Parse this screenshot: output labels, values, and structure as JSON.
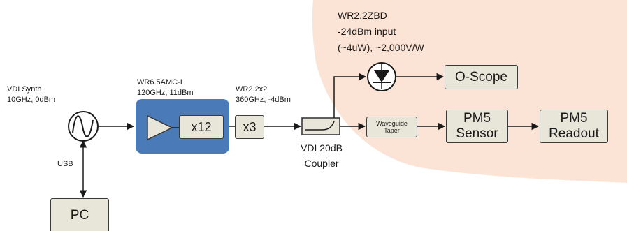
{
  "colors": {
    "amp_module": "#4a7ab8",
    "component_fill": "#e8e6d8",
    "background_blob": "#fbe4d6",
    "line": "#1a1a1a"
  },
  "labels": {
    "detector_model": "WR2.2ZBD",
    "detector_input": "-24dBm input",
    "detector_resp": "(~4uW), ~2,000V/W",
    "synth_name": "VDI Synth",
    "synth_params": "10GHz, 0dBm",
    "amc_model": "WR6.5AMC-I",
    "amc_params": "120GHz, 11dBm",
    "tripler_model": "WR2.2x2",
    "tripler_params": "360GHz, -4dBm",
    "coupler_name": "VDI 20dB",
    "coupler_type": "Coupler",
    "usb": "USB"
  },
  "boxes": {
    "multiplier_x12": "x12",
    "tripler_x3": "x3",
    "taper_line1": "Waveguide",
    "taper_line2": "Taper",
    "oscope": "O-Scope",
    "pm5_sensor_line1": "PM5",
    "pm5_sensor_line2": "Sensor",
    "pm5_readout_line1": "PM5",
    "pm5_readout_line2": "Readout",
    "pc": "PC"
  }
}
